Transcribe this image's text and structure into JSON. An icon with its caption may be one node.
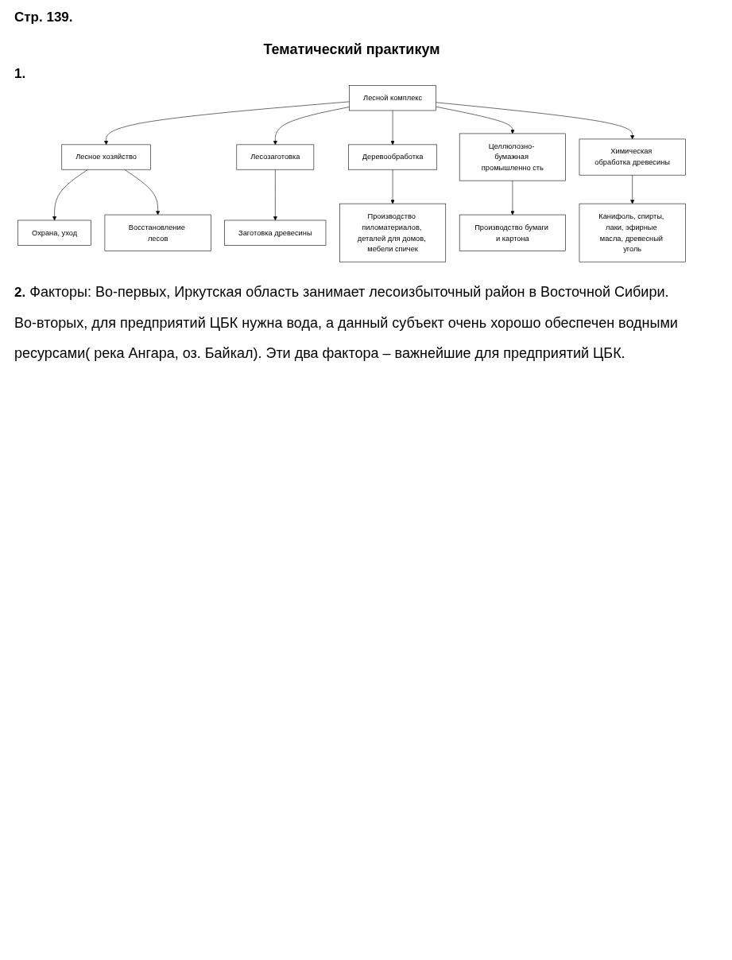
{
  "diagram": {
    "title": "Тематический практикум",
    "nodes": [
      {
        "text": [
          "Охрана, уход"
        ]
      },
      {
        "text": [
          "Лесное хозяйство"
        ]
      },
      {
        "text": [
          "Восстановление лесов"
        ]
      },
      {
        "text": [
          "Лесной комплекс"
        ]
      },
      {
        "text": [
          "Лесозаготовка"
        ]
      },
      {
        "text": [
          "Деревообработка"
        ]
      },
      {
        "text": [
          "Целлюлозно- бумажная промышленно сть"
        ]
      },
      {
        "text": [
          "Химическая обработка древесины"
        ]
      },
      {
        "text": [
          "Заготовка древесины"
        ]
      },
      {
        "text": [
          "Производство пиломатериалов, деталей для домов, мебели спичек"
        ]
      },
      {
        "text": [
          "Производство бумаги и картона"
        ]
      },
      {
        "text": [
          "Канифоль, спирты, лаки, эфирные масла, древесный уголь"
        ]
      }
    ],
    "edges": [
      {
        "from": 1,
        "to": 0,
        "arrow": "to"
      },
      {
        "from": 1,
        "to": 2,
        "arrow": "to"
      },
      {
        "from": 3,
        "to": 1,
        "arrow": "to"
      },
      {
        "from": 3,
        "to": 4,
        "arrow": "to"
      },
      {
        "from": 3,
        "to": 5,
        "arrow": "to"
      },
      {
        "from": 3,
        "to": 6,
        "arrow": "to"
      },
      {
        "from": 3,
        "to": 7,
        "arrow": "to"
      },
      {
        "from": 4,
        "to": 8,
        "arrow": "to"
      },
      {
        "from": 5,
        "to": 9,
        "arrow": "to"
      },
      {
        "from": 6,
        "to": 10,
        "arrow": "to"
      },
      {
        "from": 7,
        "to": 11,
        "arrow": "to"
      }
    ],
    "labels": [
      "Стр. 139.",
      "1.",
      "2.",
      "Факторы: Во-первых, Иркутская область занимает лесоизбыточный район в Восточной Сибири. Во-вторых, для предприятий ЦБК нужна вода, а данный субъект очень хорошо обеспечен водными ресурсами( река Ангара, оз. Байкал). Эти два фактора – важнейшие для предприятий ЦБК."
    ]
  }
}
